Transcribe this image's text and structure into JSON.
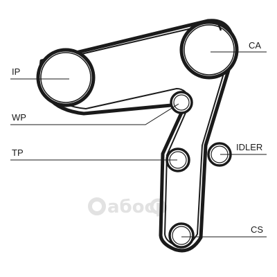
{
  "labels": {
    "ip": "IP",
    "ca": "CA",
    "wp": "WP",
    "tp": "TP",
    "idler": "IDLER",
    "cs": "CS"
  },
  "watermark": {
    "text": "aбoсp",
    "color": "#e2e2e2"
  },
  "colors": {
    "belt": "#1a1a1a",
    "pulley_stroke": "#1a1a1a",
    "background": "#ffffff"
  }
}
